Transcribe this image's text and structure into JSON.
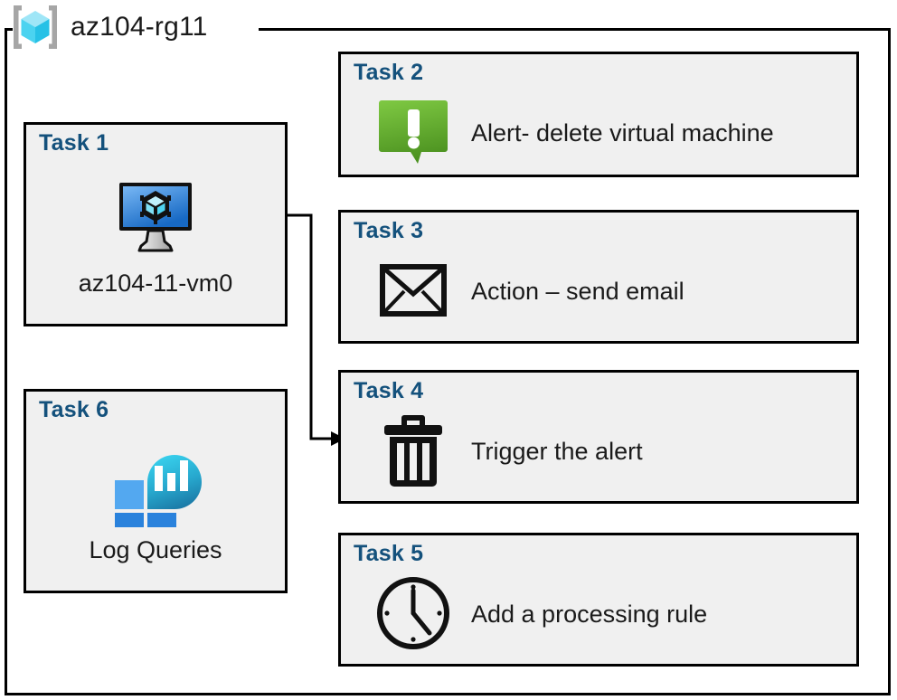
{
  "resource_group": {
    "name": "az104-rg11",
    "icon": "resource-group-cube-icon"
  },
  "colors": {
    "card_fill": "#F0F0F0",
    "card_border": "#000000",
    "task_title": "#14517C",
    "caption_text": "#1A1A1A",
    "alert_green_light": "#7CC242",
    "alert_green_dark": "#4F9421",
    "vm_blue_light": "#6FB3F2",
    "vm_blue_dark": "#1B6FC4",
    "log_blue_light": "#4FA3F0",
    "log_blue_dark": "#2580DB",
    "log_teal_light": "#32C9E8",
    "log_teal_dark": "#1F7FA8",
    "rg_cube_light": "#9FE6F7",
    "rg_cube_mid": "#4BD3F0",
    "rg_cube_dark": "#26C1E6",
    "rg_bracket": "#A6A6A6"
  },
  "tasks": [
    {
      "id": "task-1",
      "title": "Task 1",
      "caption": "az104-11-vm0",
      "icon": "virtual-machine-icon",
      "column": "left"
    },
    {
      "id": "task-6",
      "title": "Task 6",
      "caption": "Log Queries",
      "icon": "log-analytics-icon",
      "column": "left"
    },
    {
      "id": "task-2",
      "title": "Task 2",
      "caption": "Alert- delete virtual machine",
      "icon": "alert-bubble-icon",
      "column": "right"
    },
    {
      "id": "task-3",
      "title": "Task 3",
      "caption": "Action – send email",
      "icon": "envelope-icon",
      "column": "right"
    },
    {
      "id": "task-4",
      "title": "Task 4",
      "caption": "Trigger the alert",
      "icon": "trash-can-icon",
      "column": "right"
    },
    {
      "id": "task-5",
      "title": "Task 5",
      "caption": "Add a processing rule",
      "icon": "clock-icon",
      "column": "right"
    }
  ],
  "connector": {
    "from": "task-1-vm-icon",
    "to": "task-4",
    "arrow": "arrowhead-right"
  }
}
